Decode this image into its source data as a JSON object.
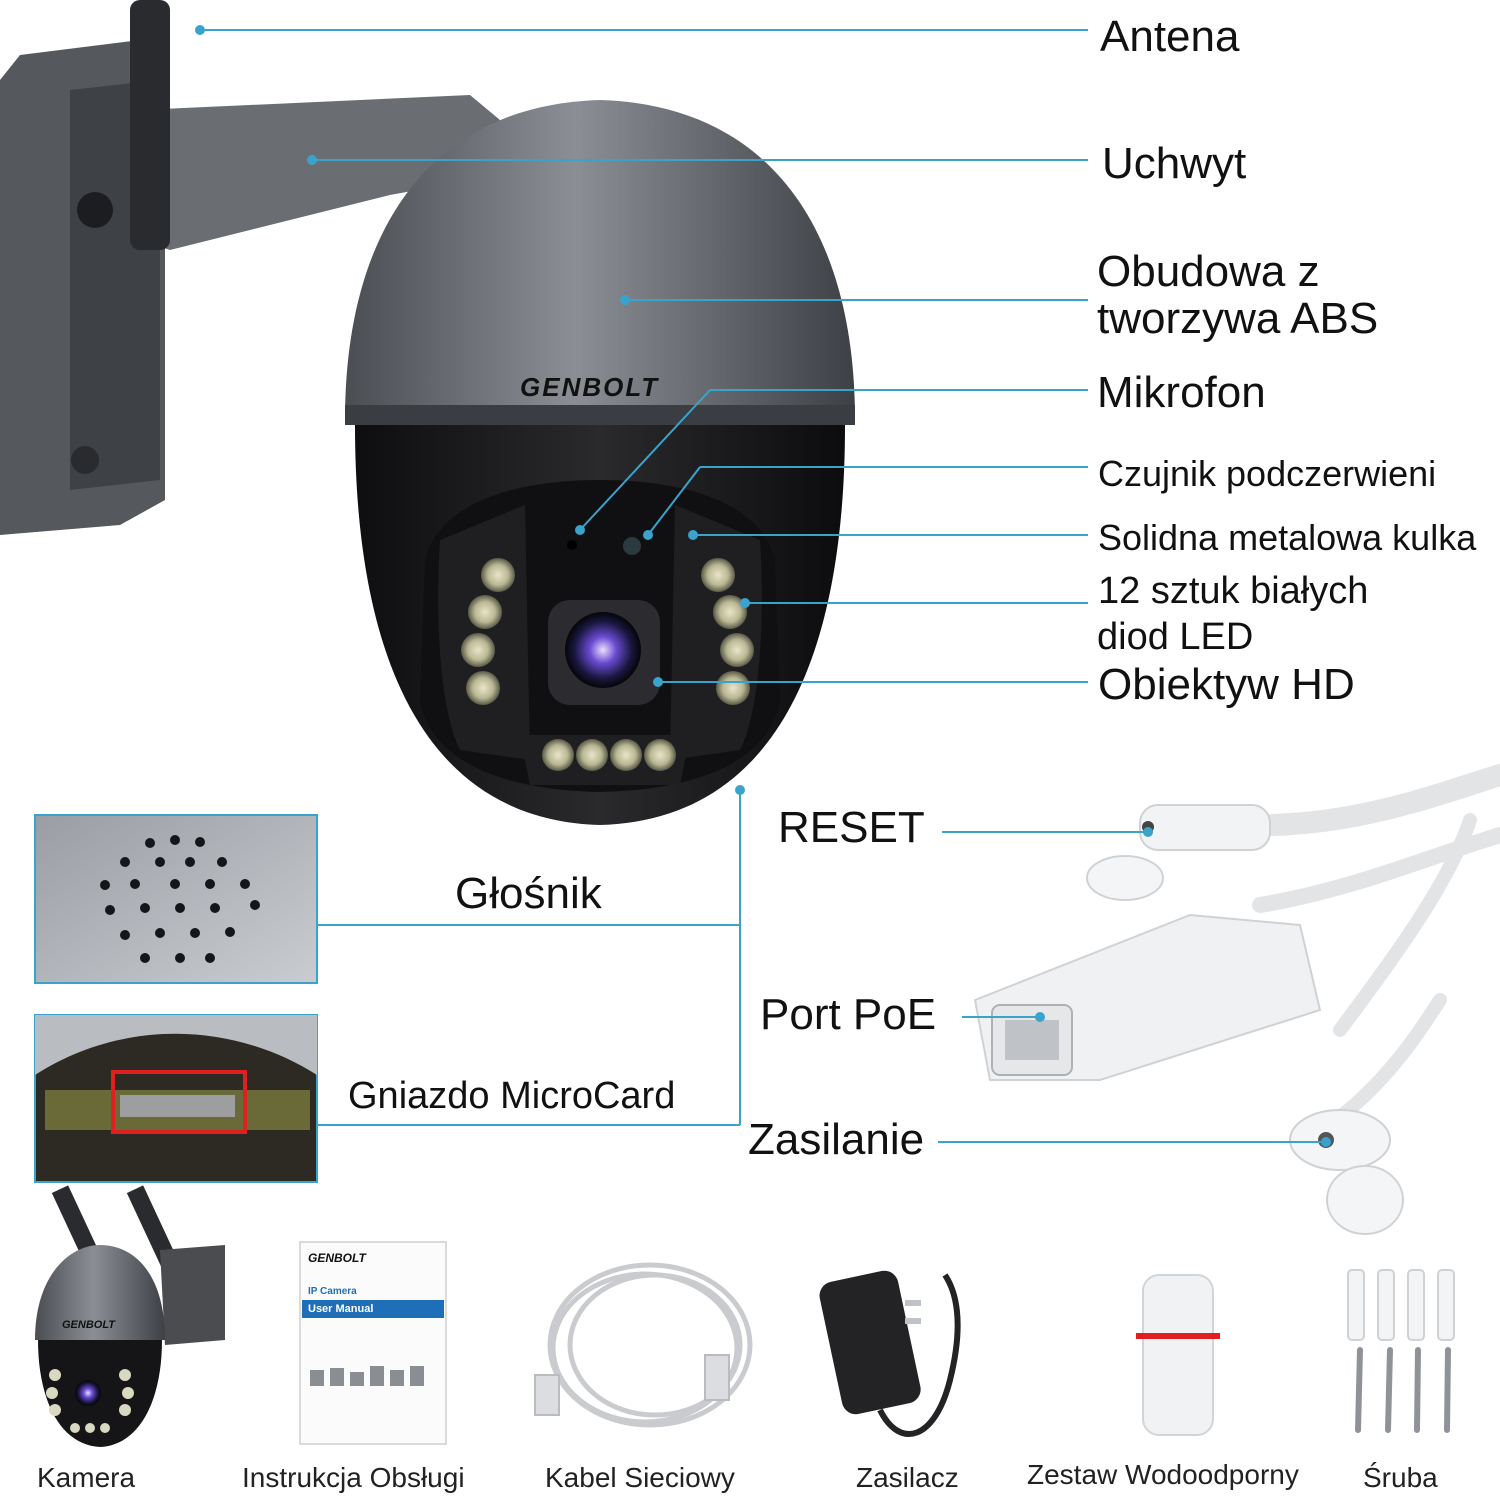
{
  "brand": "GENBOLT",
  "manual": {
    "title": "IP Camera",
    "subtitle": "User Manual"
  },
  "callouts": {
    "antena": "Antena",
    "uchwyt": "Uchwyt",
    "obudowa_line1": "Obudowa z",
    "obudowa_line2": "tworzywa ABS",
    "mikrofon": "Mikrofon",
    "czujnik": "Czujnik podczerwieni",
    "kulka": "Solidna metalowa kulka",
    "diody_line1": "12 sztuk białych",
    "diody_line2": "diod LED",
    "obiektyw": "Obiektyw HD",
    "glosnik": "Głośnik",
    "gniazdo": "Gniazdo MicroCard",
    "reset": "RESET",
    "port": "Port PoE",
    "zasilanie": "Zasilanie"
  },
  "package_items": [
    "Kamera",
    "Instrukcja Obsługi",
    "Kabel Sieciowy",
    "Zasilacz",
    "Zestaw Wodoodporny",
    "Śruba"
  ],
  "colors": {
    "leader_line": "#3aa3cc",
    "camera_top": "#6f7378",
    "camera_body": "#1b1b1d",
    "highlight_box": "#e02020"
  }
}
